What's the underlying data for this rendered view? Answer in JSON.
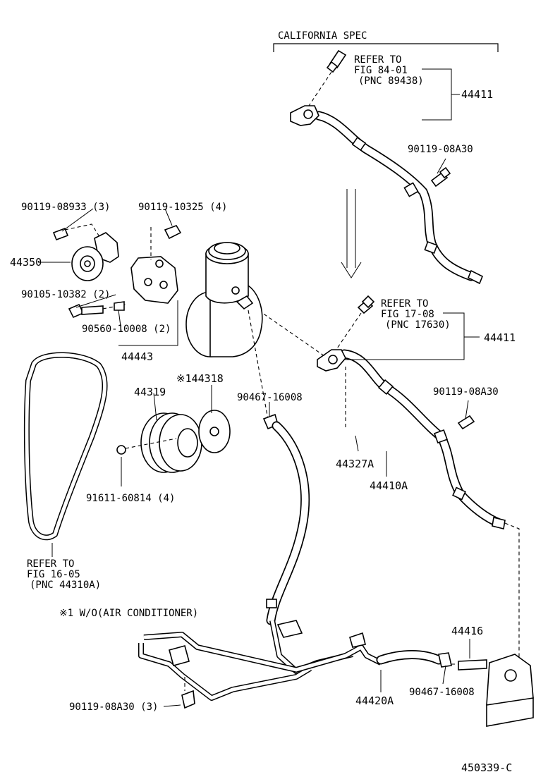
{
  "section": {
    "spec_label": "CALIFORNIA SPEC",
    "diagram_code": "450339-C",
    "footnote": "※1 W/O(AIR CONDITIONER)"
  },
  "refs": {
    "fig_84": [
      "REFER TO",
      "FIG 84-01",
      "(PNC 89438)"
    ],
    "fig_17": [
      "REFER TO",
      "FIG 17-08",
      "(PNC 17630)"
    ],
    "fig_16": [
      "REFER TO",
      "FIG 16-05",
      "(PNC 44310A)"
    ]
  },
  "parts": {
    "p44411_upper": "44411",
    "p44411_lower": "44411",
    "p90119_08A30_upper": "90119-08A30",
    "p90119_08A30_lower": "90119-08A30",
    "p90119_08933": "90119-08933 (3)",
    "p90119_10325": "90119-10325 (4)",
    "p44350": "44350",
    "p90105_10382": "90105-10382 (2)",
    "p90560_10008": "90560-10008 (2)",
    "p44443": "44443",
    "p144318": "※144318",
    "p44319": "44319",
    "p90467_16008_upper": "90467-16008",
    "p90467_16008_lower": "90467-16008",
    "p44327A": "44327A",
    "p44410A": "44410A",
    "p91611_60814": "91611-60814 (4)",
    "p44416": "44416",
    "p44420A": "44420A",
    "p90119_08A30_3": "90119-08A30 (3)"
  }
}
